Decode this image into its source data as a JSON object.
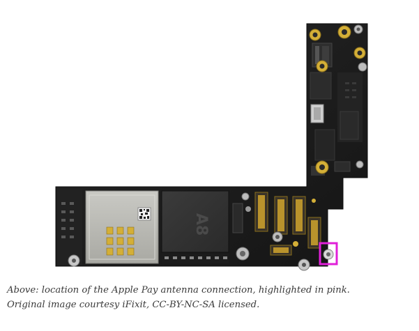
{
  "figure": {
    "alt": "Logic board photo",
    "chip_label": "A8",
    "highlight_color": "#e020d8",
    "board_color": "#1b1b1b",
    "gold_color": "#d4af37"
  },
  "caption": {
    "line1": "Above: location of the Apple Pay antenna connection, highlighted in pink.",
    "line2": "Original image courtesy iFixit, CC-BY-NC-SA licensed."
  }
}
